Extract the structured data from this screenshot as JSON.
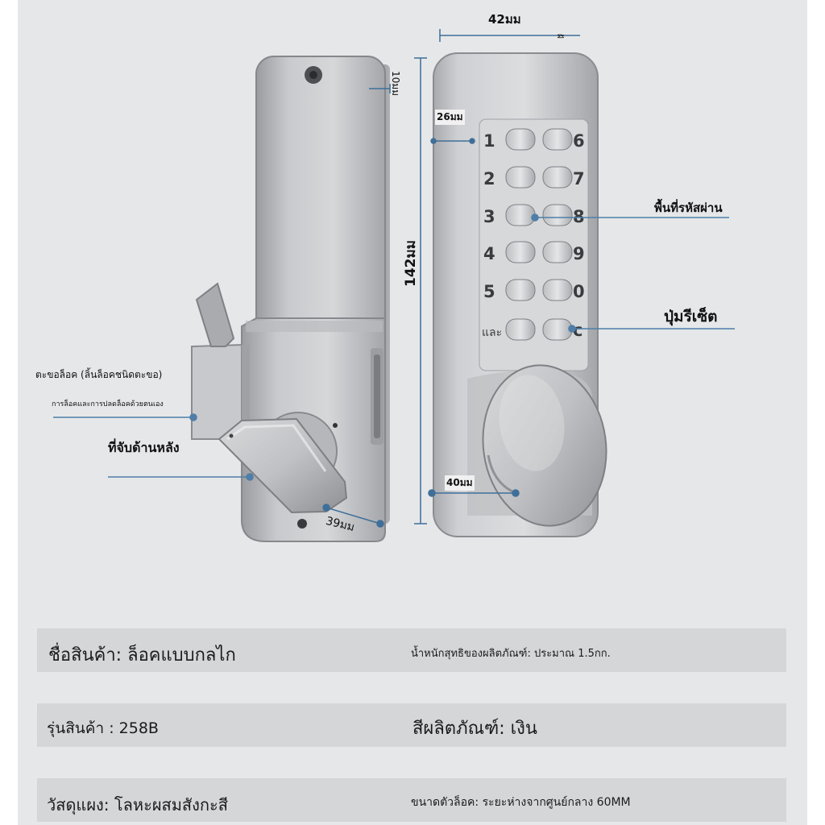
{
  "dimensions": {
    "width_top": "42มม",
    "mark_top_right": "ฝั",
    "depth_top": "10มม",
    "width_mid": "26มม",
    "height": "142มม",
    "knob": "40มม",
    "handle": "39มม"
  },
  "keypad": {
    "left_keys": [
      "1",
      "2",
      "3",
      "4",
      "5",
      "และ"
    ],
    "right_keys": [
      "6",
      "7",
      "8",
      "9",
      "0",
      "c"
    ]
  },
  "callouts": {
    "password_area": "พื้นที่รหัสผ่าน",
    "reset_button": "ปุ่มรีเซ็ต",
    "hook_lock": "ตะขอล็อค (ลิ้นล็อคชนิดตะขอ)",
    "hook_lock_sub": "การล็อคและการปลดล็อคด้วยตนเอง",
    "back_handle": "ที่จับด้านหลัง"
  },
  "specs": {
    "product_name": "ชื่อสินค้า: ล็อคแบบกลไก",
    "net_weight": "น้ำหนักสุทธิของผลิตภัณฑ์: ประมาณ 1.5กก.",
    "model": "รุ่นสินค้า : 258B",
    "color": "สีผลิตภัณฑ์: เงิน",
    "material": "วัสดุแผง: โลหะผสมสังกะสี",
    "size": "ขนาดตัวล็อค: ระยะห่างจากศูนย์กลาง 60MM"
  },
  "colors": {
    "panel_bg": "#e6e7e9",
    "metal_light": "#d2d3d5",
    "metal_dark": "#8a8c90",
    "callout_line": "#4f7ea8",
    "dimension_line": "#3f6f98"
  }
}
